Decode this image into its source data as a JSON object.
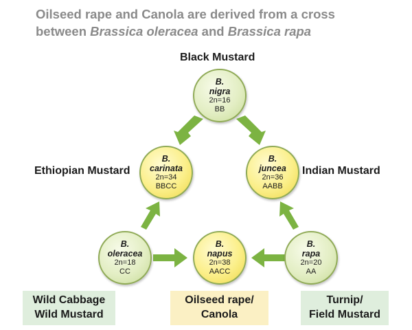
{
  "title": {
    "line1": "Oilseed rape and Canola are derived from a cross",
    "line2_prefix": "between  ",
    "species_a": "Brassica oleracea",
    "conjunction": " and ",
    "species_b": "Brassica rapa"
  },
  "nodes": {
    "nigra": {
      "label": "Black Mustard",
      "genus": "B.",
      "species": "nigra",
      "chromosomes": "2n=16",
      "genome": "BB"
    },
    "carinata": {
      "label": "Ethiopian Mustard",
      "genus": "B.",
      "species": "carinata",
      "chromosomes": "2n=34",
      "genome": "BBCC"
    },
    "juncea": {
      "label": "Indian Mustard",
      "genus": "B.",
      "species": "juncea",
      "chromosomes": "2n=36",
      "genome": "AABB"
    },
    "oleracea": {
      "genus": "B.",
      "species": "oleracea",
      "chromosomes": "2n=18",
      "genome": "CC"
    },
    "napus": {
      "genus": "B.",
      "species": "napus",
      "chromosomes": "2n=38",
      "genome": "AACC"
    },
    "rapa": {
      "genus": "B.",
      "species": "rapa",
      "chromosomes": "2n=20",
      "genome": "AA"
    }
  },
  "boxes": {
    "oleracea": {
      "line1": "Wild Cabbage",
      "line2": "Wild Mustard"
    },
    "napus": {
      "line1": "Oilseed rape/",
      "line2": "Canola"
    },
    "rapa": {
      "line1": "Turnip/",
      "line2": "Field Mustard"
    }
  },
  "colors": {
    "arrow": "#7cb342",
    "node_border": "#8faa56",
    "diploid_fill": "#e3eec4",
    "amphidiploid_fill": "#fbef8a",
    "title": "#8a8a8a"
  }
}
